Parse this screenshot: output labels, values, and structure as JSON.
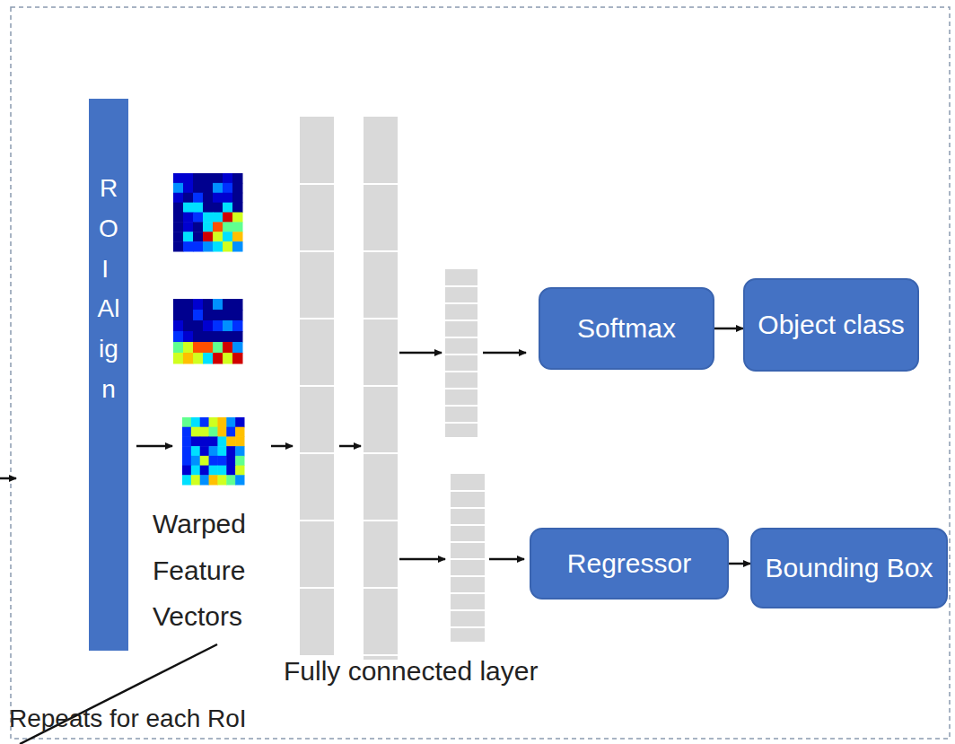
{
  "diagram": {
    "nodes": [
      {
        "text": [
          "ROI Align"
        ]
      },
      {
        "text": [
          "Softmax"
        ]
      },
      {
        "text": [
          "Object class"
        ]
      },
      {
        "text": [
          "Regressor"
        ]
      },
      {
        "text": [
          "Bounding Box"
        ]
      }
    ],
    "edges": [
      {
        "from": 1,
        "to": 2,
        "arrow": "to"
      },
      {
        "from": 3,
        "to": 4,
        "arrow": "to"
      }
    ],
    "labels": [
      "Warped Feature Vectors",
      "Fully connected layer",
      "Repeats for each RoI"
    ]
  }
}
